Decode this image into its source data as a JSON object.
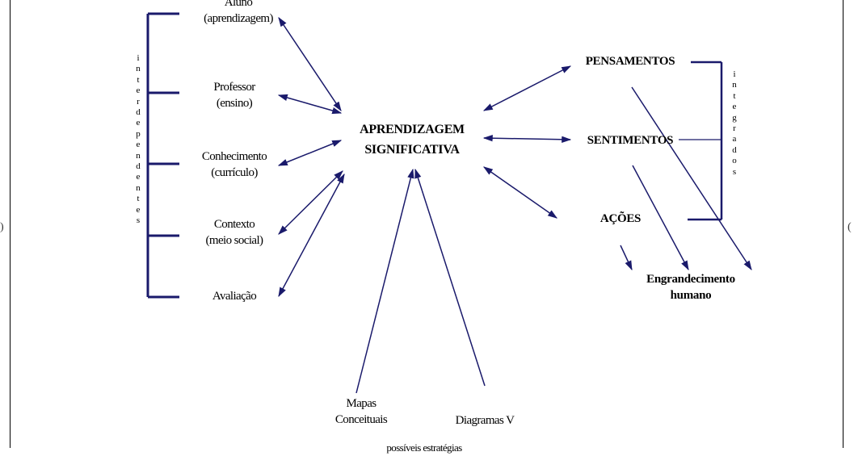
{
  "center": {
    "line1": "APRENDIZAGEM",
    "line2": "SIGNIFICATIVA"
  },
  "left_nodes": [
    {
      "line1": "Aluno",
      "line2": "(aprendizagem)"
    },
    {
      "line1": "Professor",
      "line2": "(ensino)"
    },
    {
      "line1": "Conhecimento",
      "line2": "(currículo)"
    },
    {
      "line1": "Contexto",
      "line2": "(meio social)"
    },
    {
      "line1": "Avaliação",
      "line2": ""
    }
  ],
  "left_bracket_label": "interdependentes",
  "right_nodes": {
    "pensamentos": "PENSAMENTOS",
    "sentimentos": "SENTIMENTOS",
    "acoes": "AÇÕES"
  },
  "right_bracket_label": "integrados",
  "result": {
    "line1": "Engrandecimento",
    "line2": "humano"
  },
  "bottom_nodes": {
    "mapas_line1": "Mapas",
    "mapas_line2": "Conceituais",
    "diagramas": "Diagramas V",
    "cut_text": "possíveis estratégias"
  },
  "edge_marks": {
    "left": ")",
    "right": "("
  },
  "colors": {
    "arrow": "#1a1a6b",
    "bracket": "#1a1a6b",
    "frame": "#000000"
  }
}
